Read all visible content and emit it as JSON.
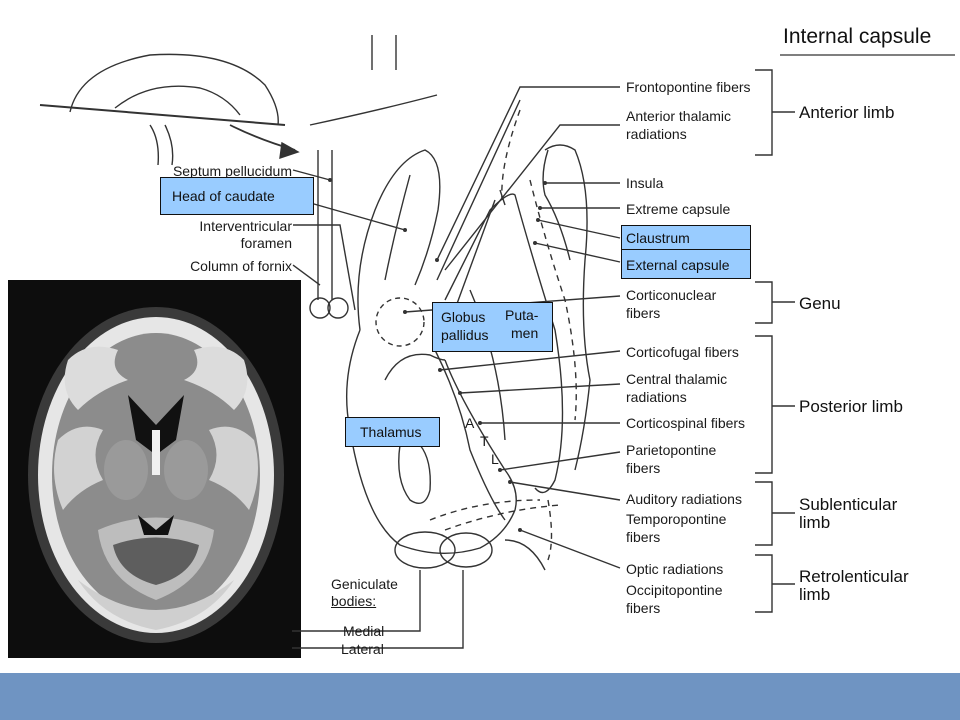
{
  "title": "Internal capsule",
  "colors": {
    "highlight": "#99ccff",
    "footer": "#6f94c2"
  },
  "left_labels": {
    "septum": "Septum pellucidum",
    "head_caudate": "Head of caudate",
    "interventricular_1": "Interventricular",
    "interventricular_2": "foramen",
    "fornix": "Column of fornix",
    "geniculate_1": "Geniculate",
    "geniculate_2": "bodies:",
    "medial": "Medial",
    "lateral": "Lateral"
  },
  "inner_labels": {
    "globus_1": "Globus",
    "globus_2": "pallidus",
    "putamen_1": "Puta-",
    "putamen_2": "men",
    "thalamus": "Thalamus",
    "a": "A",
    "t": "T",
    "l": "L"
  },
  "right_labels": {
    "frontopontine": "Frontopontine fibers",
    "anterior_thalamic_1": "Anterior thalamic",
    "anterior_thalamic_2": "radiations",
    "insula": "Insula",
    "extreme": "Extreme capsule",
    "claustrum": "Claustrum",
    "external": "External capsule",
    "corticonuclear_1": "Corticonuclear",
    "corticonuclear_2": "fibers",
    "corticofugal": "Corticofugal fibers",
    "central_thalamic_1": "Central thalamic",
    "central_thalamic_2": "radiations",
    "corticospinal": "Corticospinal fibers",
    "parietopontine_1": "Parietopontine",
    "parietopontine_2": "fibers",
    "auditory": "Auditory radiations",
    "temporopontine_1": "Temporopontine",
    "temporopontine_2": "fibers",
    "optic": "Optic radiations",
    "occipitopontine_1": "Occipitopontine",
    "occipitopontine_2": "fibers"
  },
  "groups": {
    "anterior": "Anterior limb",
    "genu": "Genu",
    "posterior": "Posterior limb",
    "sublenticular_1": "Sublenticular",
    "sublenticular_2": "limb",
    "retrolenticular_1": "Retrolenticular",
    "retrolenticular_2": "limb"
  }
}
